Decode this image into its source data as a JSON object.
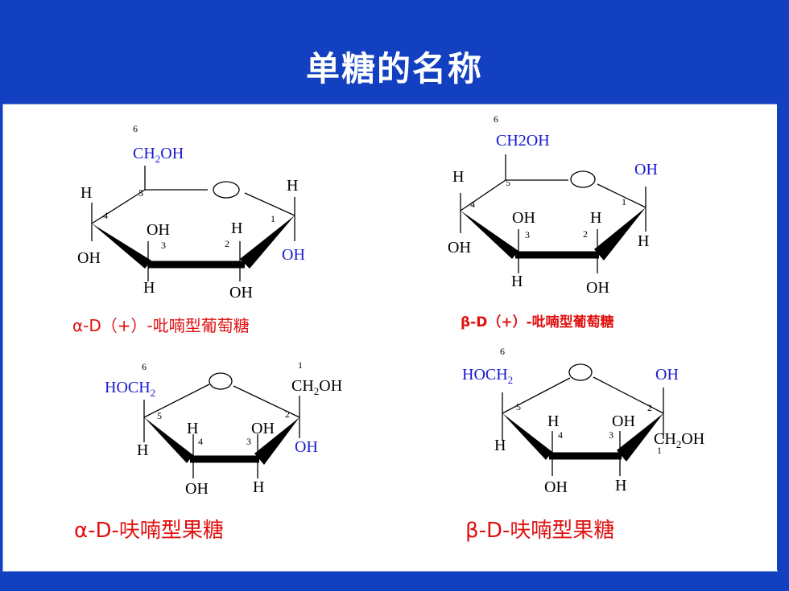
{
  "title": "单糖的名称",
  "structures": [
    {
      "caption": "α-D（+）-吡喃型葡萄糖",
      "labels": {
        "c6_num": "6",
        "c6_group": "CH2OH",
        "c6_sub": "2",
        "h5": "H",
        "n5": "5",
        "n4": "4",
        "oh4": "OH",
        "oh3": "OH",
        "n3": "3",
        "h3": "H",
        "h2": "H",
        "n2": "2",
        "oh2": "OH",
        "h1": "H",
        "n1": "1",
        "oh1": "OH"
      }
    },
    {
      "caption": "β-D（+）-吡喃型葡萄糖",
      "labels": {
        "c6_num": "6",
        "c6_group": "CH2OH",
        "h5": "H",
        "n5": "5",
        "n4": "4",
        "oh4": "OH",
        "oh3": "OH",
        "n3": "3",
        "h3": "H",
        "h2": "H",
        "n2": "2",
        "oh2": "OH",
        "oh1": "OH",
        "n1": "1",
        "h1": "H"
      }
    },
    {
      "caption": "α-D-呋喃型果糖",
      "labels": {
        "c6_num": "6",
        "c6_group": "HOCH",
        "c6_sub": "2",
        "n5": "5",
        "h5": "H",
        "h4": "H",
        "n4": "4",
        "oh4": "OH",
        "oh3": "OH",
        "n3": "3",
        "h3": "H",
        "c1_num": "1",
        "c1_group": "CH",
        "c1_sub": "2",
        "c1_tail": "OH",
        "n2": "2",
        "oh2": "OH"
      }
    },
    {
      "caption": "β-D-呋喃型果糖",
      "labels": {
        "c6_num": "6",
        "c6_group": "HOCH",
        "c6_sub": "2",
        "n5": "5",
        "h5": "H",
        "h4": "H",
        "n4": "4",
        "oh4": "OH",
        "oh3": "OH",
        "n3": "3",
        "h3": "H",
        "oh2": "OH",
        "n2": "2",
        "c1_group": "CH",
        "c1_sub": "2",
        "c1_tail": "OH",
        "n1": "1"
      }
    }
  ],
  "colors": {
    "background": "#1340c0",
    "panel": "#ffffff",
    "accent": "#1a1ad0",
    "caption": "#e01010"
  }
}
